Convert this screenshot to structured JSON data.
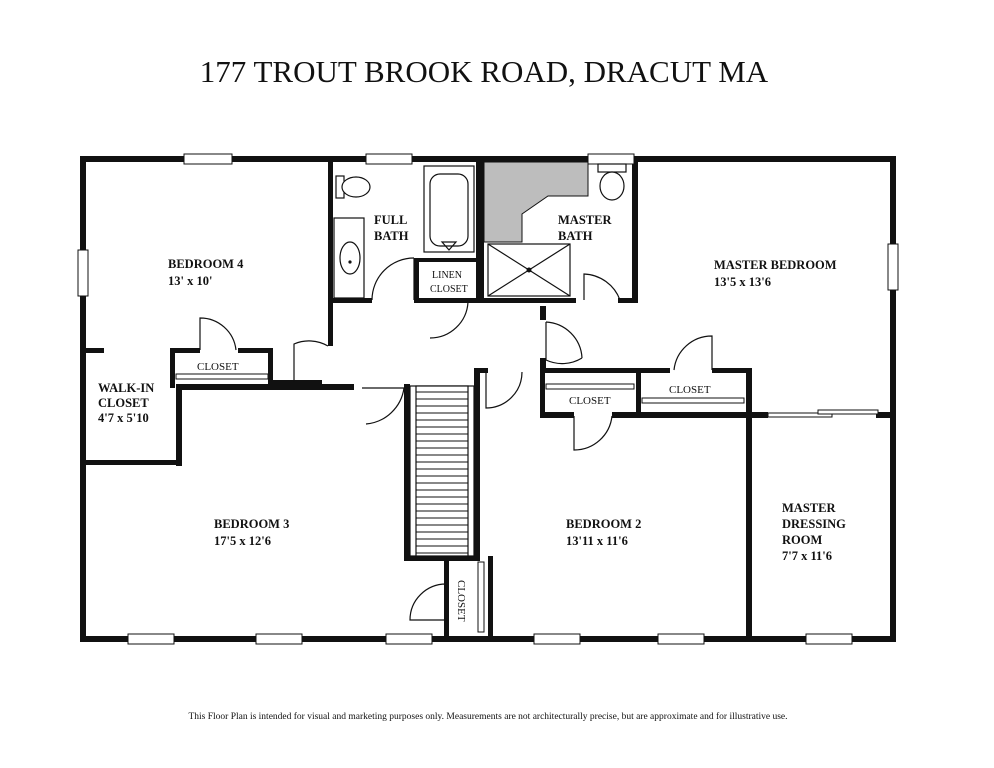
{
  "title": "177 TROUT BROOK ROAD, DRACUT MA",
  "rooms": {
    "bedroom4": {
      "name": "BEDROOM 4",
      "size": "13' x 10'"
    },
    "full_bath": {
      "line1": "FULL",
      "line2": "BATH"
    },
    "linen": {
      "line1": "LINEN",
      "line2": "CLOSET"
    },
    "master_bath": {
      "line1": "MASTER",
      "line2": "BATH"
    },
    "master_bedroom": {
      "name": "MASTER BEDROOM",
      "size": "13'5 x 13'6"
    },
    "walkin": {
      "line1": "WALK-IN",
      "line2": "CLOSET",
      "size": "4'7 x 5'10"
    },
    "bedroom3": {
      "name": "BEDROOM 3",
      "size": "17'5 x 12'6"
    },
    "bedroom2": {
      "name": "BEDROOM 2",
      "size": "13'11 x 11'6"
    },
    "dressing": {
      "line1": "MASTER",
      "line2": "DRESSING",
      "line3": "ROOM",
      "size": "7'7 x 11'6"
    }
  },
  "closets": {
    "b4": "CLOSET",
    "b2": "CLOSET",
    "mb": "CLOSET",
    "hall": "CLOSET"
  },
  "footer": "This Floor Plan is intended for visual and marketing purposes only.  Measurements are not architecturally precise, but are approximate and for illustrative use."
}
